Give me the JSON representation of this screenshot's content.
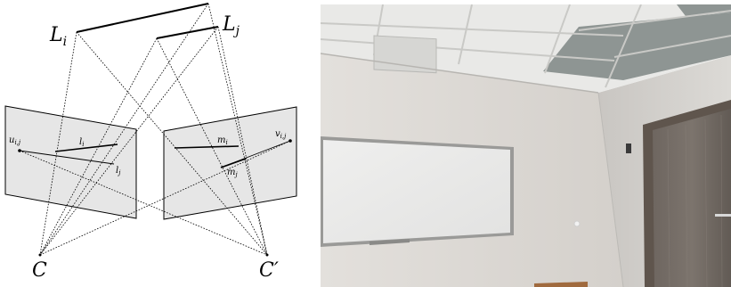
{
  "diagram": {
    "labels": {
      "L_i": "L",
      "L_i_sub": "i",
      "L_j": "L",
      "L_j_sub": "j",
      "C": "C",
      "C_prime": "C′",
      "u_ij": "u",
      "u_ij_sub": "i,j",
      "l_i": "l",
      "l_i_sub": "i",
      "l_j": "l",
      "l_j_sub": "j",
      "m_i": "m",
      "m_i_sub": "i",
      "m_j": "m",
      "m_j_sub": "j",
      "v_ij": "v",
      "v_ij_sub": "i,j"
    }
  },
  "photo": {
    "subject": "office-room-corner"
  }
}
